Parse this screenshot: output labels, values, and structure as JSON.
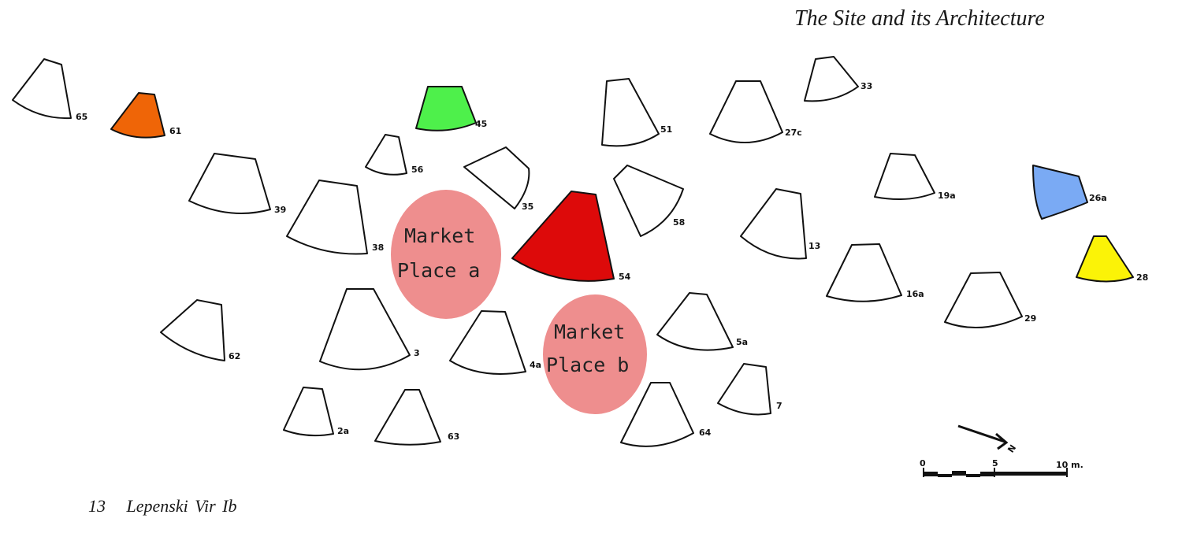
{
  "header": {
    "title": "The Site and its Architecture"
  },
  "caption": {
    "number": "13",
    "text": "Lepenski Vir Ib"
  },
  "colors": {
    "outline": "#111111",
    "hut_fill": "#ffffff",
    "market_fill": "#ee8e8e",
    "hut_45": "#4ef04b",
    "hut_61": "#ef6507",
    "hut_54": "#dd0a0a",
    "hut_26a": "#7aaaf4",
    "hut_28": "#fbf307"
  },
  "huts": [
    {
      "id": "65",
      "label": "65"
    },
    {
      "id": "61",
      "label": "61"
    },
    {
      "id": "45",
      "label": "45"
    },
    {
      "id": "56",
      "label": "56"
    },
    {
      "id": "39",
      "label": "39"
    },
    {
      "id": "38",
      "label": "38"
    },
    {
      "id": "35",
      "label": "35"
    },
    {
      "id": "54",
      "label": "54"
    },
    {
      "id": "51",
      "label": "51"
    },
    {
      "id": "58",
      "label": "58"
    },
    {
      "id": "27c",
      "label": "27c"
    },
    {
      "id": "33",
      "label": "33"
    },
    {
      "id": "19a",
      "label": "19a"
    },
    {
      "id": "13",
      "label": "13"
    },
    {
      "id": "16a",
      "label": "16a"
    },
    {
      "id": "29",
      "label": "29"
    },
    {
      "id": "26a",
      "label": "26a"
    },
    {
      "id": "28",
      "label": "28"
    },
    {
      "id": "62",
      "label": "62"
    },
    {
      "id": "3",
      "label": "3"
    },
    {
      "id": "4a",
      "label": "4a"
    },
    {
      "id": "5a",
      "label": "5a"
    },
    {
      "id": "7",
      "label": "7"
    },
    {
      "id": "2a",
      "label": "2a"
    },
    {
      "id": "63",
      "label": "63"
    },
    {
      "id": "64",
      "label": "64"
    }
  ],
  "markets": [
    {
      "id": "a",
      "line1": "Market",
      "line2": "Place a"
    },
    {
      "id": "b",
      "line1": "Market",
      "line2": "Place b"
    }
  ],
  "scale": {
    "ticks": [
      "0",
      "5",
      "10 m."
    ],
    "north": "N"
  }
}
